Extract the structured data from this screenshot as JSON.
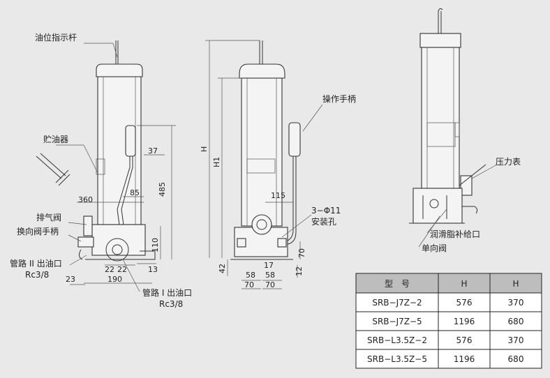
{
  "labels": {
    "oil_indicator": "油位指示杆",
    "reservoir": "贮油器",
    "vent_valve": "排气阀",
    "reversing_handle": "换向阀手柄",
    "outlet_2": "管路 II 出油口",
    "outlet_2_thread": "Rc3/8",
    "outlet_1": "管路 I 出油口",
    "outlet_1_thread": "Rc3/8",
    "operating_handle": "操作手柄",
    "mount_holes": "3−Φ11",
    "mount_holes_2": "安装孔",
    "pressure_gauge": "压力表",
    "grease_refill": "润滑脂补给口",
    "check_valve": "单向阀"
  },
  "dims": {
    "d37": "37",
    "d360": "360",
    "d85": "85",
    "d485": "485",
    "d110": "110",
    "d22a": "22",
    "d22b": "22",
    "d13": "13",
    "d23": "23",
    "d190": "190",
    "H": "H",
    "H1": "H1",
    "d42": "42",
    "d115": "115",
    "d17": "17",
    "d58a": "58",
    "d58b": "58",
    "d70a": "70",
    "d70b": "70",
    "d70c": "70",
    "d12": "12"
  },
  "table": {
    "headers": [
      "型　号",
      "H",
      "H"
    ],
    "rows": [
      [
        "SRB−J7Z−2",
        "576",
        "370"
      ],
      [
        "SRB−J7Z−5",
        "1196",
        "680"
      ],
      [
        "SRB−L3.5Z−2",
        "576",
        "370"
      ],
      [
        "SRB−L3.5Z−5",
        "1196",
        "680"
      ]
    ]
  }
}
